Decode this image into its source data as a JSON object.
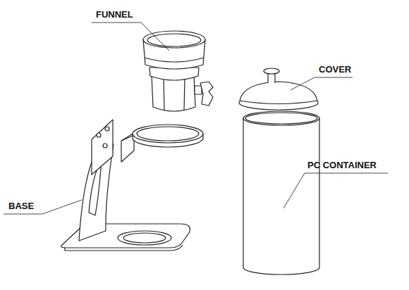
{
  "diagram": {
    "labels": [
      "FUNNEL",
      "COVER",
      "PC CONTAINER",
      "BASE"
    ]
  }
}
